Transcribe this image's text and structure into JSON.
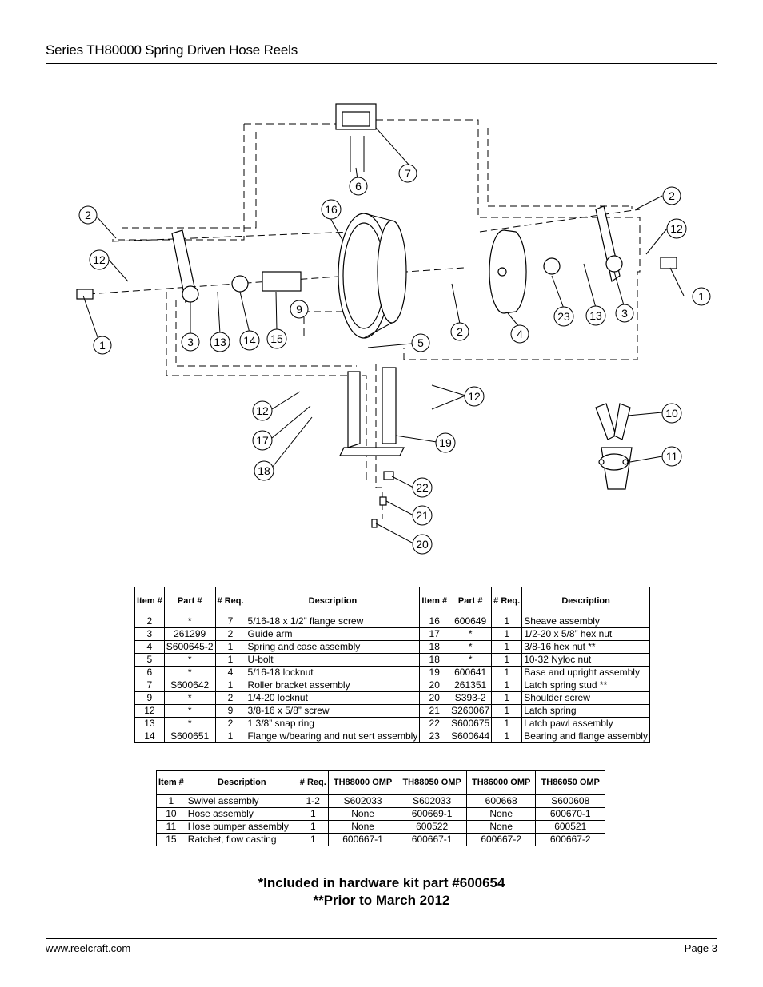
{
  "header": {
    "title": "Series TH80000 Spring Driven Hose Reels"
  },
  "footer": {
    "url": "www.reelcraft.com",
    "page": "Page 3"
  },
  "diagram": {
    "callouts": [
      "1",
      "1",
      "2",
      "2",
      "2",
      "3",
      "3",
      "4",
      "5",
      "6",
      "7",
      "9",
      "10",
      "11",
      "12",
      "12",
      "12",
      "12",
      "13",
      "13",
      "14",
      "15",
      "16",
      "17",
      "18",
      "19",
      "20",
      "21",
      "22",
      "23"
    ]
  },
  "table1": {
    "headers": [
      "Item #",
      "Part #",
      "# Req.",
      "Description",
      "Item #",
      "Part #",
      "# Req.",
      "Description"
    ],
    "rows": [
      [
        "2",
        "*",
        "7",
        "5/16-18 x 1/2” flange screw",
        "16",
        "600649",
        "1",
        "Sheave assembly"
      ],
      [
        "3",
        "261299",
        "2",
        "Guide arm",
        "17",
        "*",
        "1",
        "1/2-20 x 5/8” hex nut"
      ],
      [
        "4",
        "S600645-2",
        "1",
        "Spring and case assembly",
        "18",
        "*",
        "1",
        "3/8-16 hex nut **"
      ],
      [
        "5",
        "*",
        "1",
        "U-bolt",
        "18",
        "*",
        "1",
        "10-32 Nyloc nut"
      ],
      [
        "6",
        "*",
        "4",
        "5/16-18 locknut",
        "19",
        "600641",
        "1",
        "Base and upright assembly"
      ],
      [
        "7",
        "S600642",
        "1",
        "Roller bracket assembly",
        "20",
        "261351",
        "1",
        "Latch spring stud **"
      ],
      [
        "9",
        "*",
        "2",
        "1/4-20 locknut",
        "20",
        "S393-2",
        "1",
        "Shoulder screw"
      ],
      [
        "12",
        "*",
        "9",
        "3/8-16 x 5/8” screw",
        "21",
        "S260067",
        "1",
        "Latch spring"
      ],
      [
        "13",
        "*",
        "2",
        "1 3/8” snap ring",
        "22",
        "S600675",
        "1",
        "Latch pawl assembly"
      ],
      [
        "14",
        "S600651",
        "1",
        "Flange w/bearing and nut sert assembly",
        "23",
        "S600644",
        "1",
        "Bearing and flange assembly"
      ]
    ]
  },
  "table2": {
    "headers": [
      "Item #",
      "Description",
      "# Req.",
      "TH88000 OMP",
      "TH88050 OMP",
      "TH86000 OMP",
      "TH86050 OMP"
    ],
    "rows": [
      [
        "1",
        "Swivel assembly",
        "1-2",
        "S602033",
        "S602033",
        "600668",
        "S600608"
      ],
      [
        "10",
        "Hose assembly",
        "1",
        "None",
        "600669-1",
        "None",
        "600670-1"
      ],
      [
        "11",
        "Hose bumper assembly",
        "1",
        "None",
        "600522",
        "None",
        "600521"
      ],
      [
        "15",
        "Ratchet, flow casting",
        "1",
        "600667-1",
        "600667-1",
        "600667-2",
        "600667-2"
      ]
    ]
  },
  "notes": {
    "note1": "*Included in hardware kit part #600654",
    "note2": "**Prior to March 2012"
  }
}
